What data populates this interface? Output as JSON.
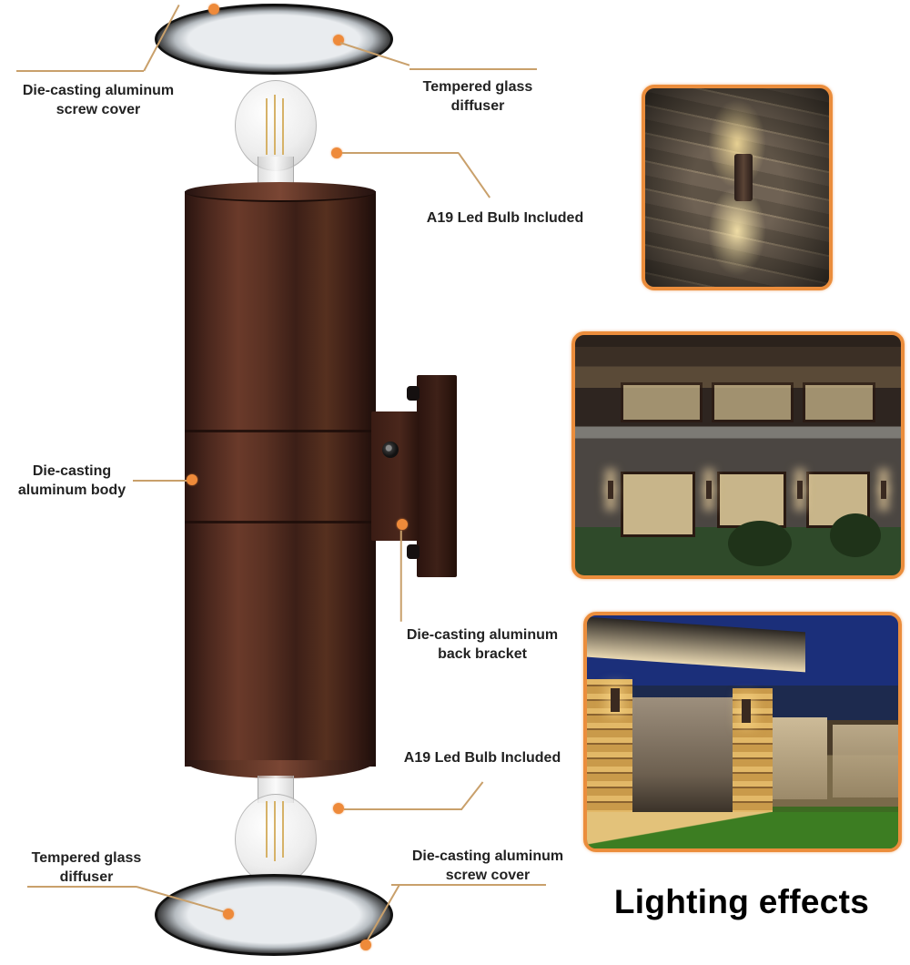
{
  "diagram": {
    "product": "Outdoor up/down cylinder wall light",
    "colors": {
      "accent": "#ee8a3a",
      "leader_line": "#c9a06b",
      "photo_border": "#eb8d3c",
      "body": "#4a271d",
      "label_text": "#222222"
    },
    "callouts": [
      {
        "id": "top-screw-cover",
        "text": "Die-casting aluminum\nscrew cover",
        "line1": "Die-casting aluminum",
        "line2": "screw cover"
      },
      {
        "id": "top-glass-diffuser",
        "text": "Tempered glass\ndiffuser",
        "line1": "Tempered glass",
        "line2": "diffuser"
      },
      {
        "id": "top-bulb",
        "text": "A19 Led Bulb Included",
        "line1": "A19 Led Bulb Included"
      },
      {
        "id": "body",
        "text": "Die-casting\naluminum body",
        "line1": "Die-casting",
        "line2": "aluminum body"
      },
      {
        "id": "back-bracket",
        "text": "Die-casting aluminum\nback bracket",
        "line1": "Die-casting aluminum",
        "line2": "back bracket"
      },
      {
        "id": "bottom-bulb",
        "text": "A19 Led Bulb Included",
        "line1": "A19 Led Bulb Included"
      },
      {
        "id": "bottom-glass-diffuser",
        "text": "Tempered glass\ndiffuser",
        "line1": "Tempered glass",
        "line2": "diffuser"
      },
      {
        "id": "bottom-screw-cover",
        "text": "Die-casting aluminum\nscrew cover",
        "line1": "Die-casting aluminum",
        "line2": "screw cover"
      }
    ],
    "photos": [
      {
        "id": "stone-wall",
        "description": "Fixture on stone wall casting light up and down"
      },
      {
        "id": "house-facade",
        "description": "Two-storey building facade with sconces between windows at night"
      },
      {
        "id": "patio",
        "description": "Stone-clad patio entrance lit by sconces at dusk"
      }
    ],
    "heading": "Lighting effects"
  }
}
